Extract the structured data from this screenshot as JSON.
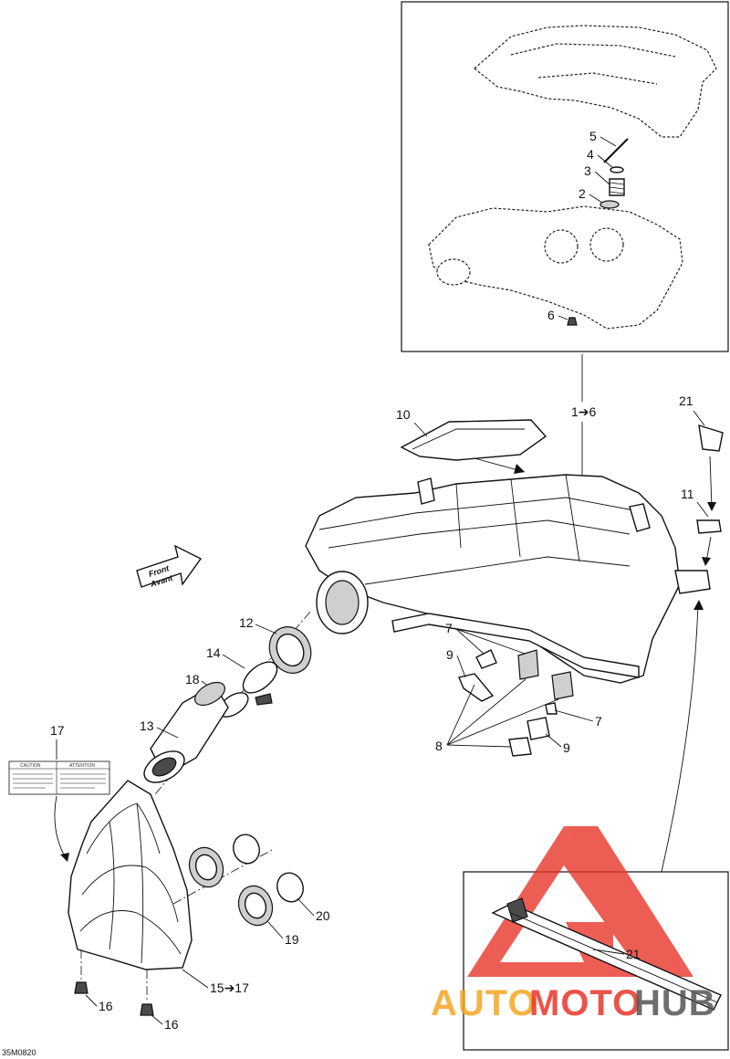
{
  "drawing_code": "35M0820",
  "front_arrow": {
    "line1": "Front",
    "line2": "Avant"
  },
  "callouts": {
    "c1": "1➔6",
    "c2": "2",
    "c3": "3",
    "c4": "4",
    "c5": "5",
    "c6": "6",
    "c7a": "7",
    "c7b": "7",
    "c8": "8",
    "c9a": "9",
    "c9b": "9",
    "c10": "10",
    "c11": "11",
    "c12": "12",
    "c13": "13",
    "c14": "14",
    "c15": "15➔17",
    "c16a": "16",
    "c16b": "16",
    "c17": "17",
    "c18": "18",
    "c19": "19",
    "c20": "20",
    "c21a": "21",
    "c21b": "21"
  },
  "label": {
    "left_header": "CAUTION",
    "right_header": "ATTENTION"
  },
  "watermark": {
    "part1": "AUTO",
    "part2": "MOTO",
    "part3": "HUB"
  },
  "colors": {
    "line": "#111111",
    "watermark_red": "#e8362a",
    "watermark_orange": "#f5a623",
    "watermark_gray": "#555555"
  }
}
